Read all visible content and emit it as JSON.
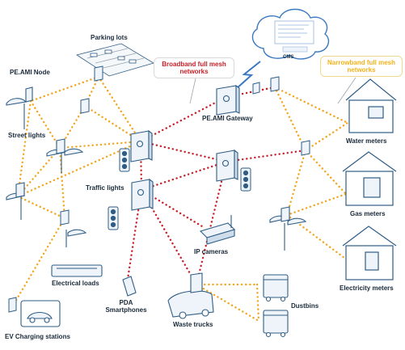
{
  "labels": {
    "parking_lots": "Parking lots",
    "pe_ami_node": "PE.AMI Node",
    "street_lights": "Street lights",
    "traffic_lights": "Traffic lights",
    "electrical_loads": "Electrical loads",
    "ev_charging_stations": "EV Charging stations",
    "pda_smartphones_line1": "PDA",
    "pda_smartphones_line2": "Smartphones",
    "waste_trucks": "Waste trucks",
    "ip_cameras": "IP cameras",
    "pe_ami_gateway": "PE.AMI Gateway",
    "dustbins": "Dustbins",
    "water_meters": "Water meters",
    "gas_meters": "Gas meters",
    "electricity_meters": "Electricity meters",
    "cms": "CMS"
  },
  "callouts": {
    "broadband_line1": "Broadband full mesh",
    "broadband_line2": "networks",
    "narrowband_line1": "Narrowband full mesh",
    "narrowband_line2": "networks"
  },
  "colors": {
    "broadband_link": "#c8202a",
    "narrowband_link": "#f2a51e",
    "device_outline": "#2f5d86",
    "device_fill": "#eef4fa",
    "label_text": "#1a2a3a"
  }
}
